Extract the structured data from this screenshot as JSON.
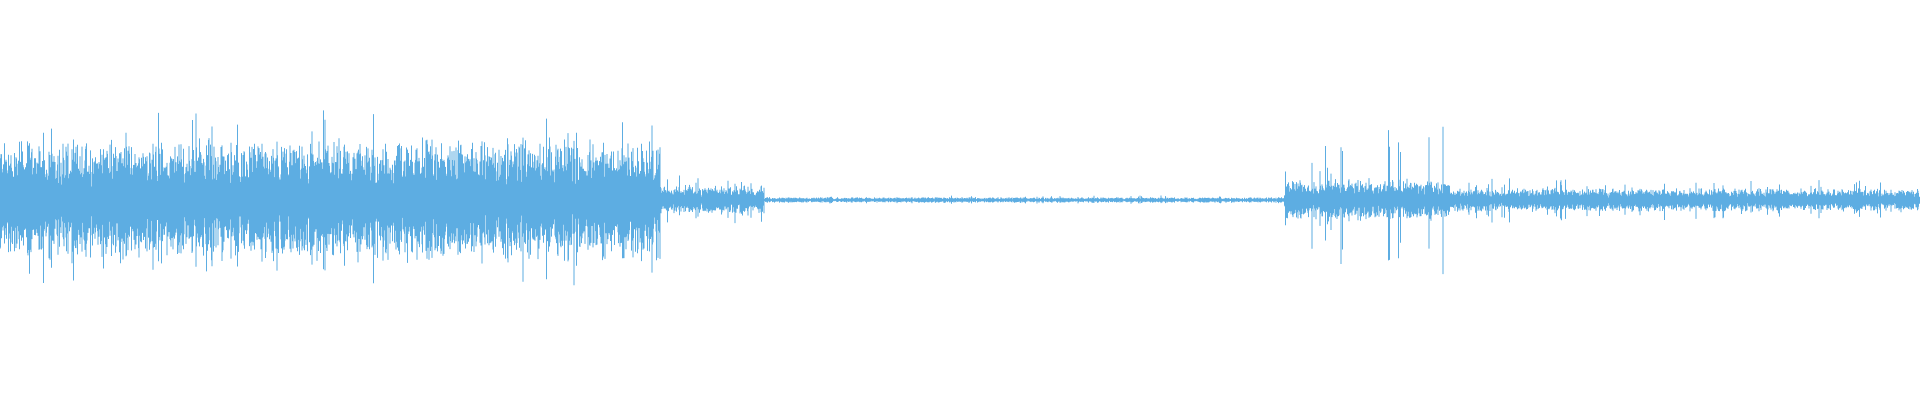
{
  "chart_data": {
    "type": "area",
    "title": "",
    "xlabel": "",
    "ylabel": "",
    "grid": false,
    "legend": "none",
    "color": "#5dade2",
    "ylim": [
      -1,
      1
    ],
    "xlim": [
      0,
      1
    ],
    "envelope": [
      {
        "x_start": 0.0,
        "x_end": 0.344,
        "typical_amplitude": 0.26,
        "peak_amplitude": 0.5
      },
      {
        "x_start": 0.344,
        "x_end": 0.398,
        "typical_amplitude": 0.06,
        "peak_amplitude": 0.13
      },
      {
        "x_start": 0.398,
        "x_end": 0.669,
        "typical_amplitude": 0.012,
        "peak_amplitude": 0.025
      },
      {
        "x_start": 0.669,
        "x_end": 0.755,
        "typical_amplitude": 0.09,
        "peak_amplitude": 0.42
      },
      {
        "x_start": 0.755,
        "x_end": 1.0,
        "typical_amplitude": 0.05,
        "peak_amplitude": 0.12
      }
    ]
  }
}
